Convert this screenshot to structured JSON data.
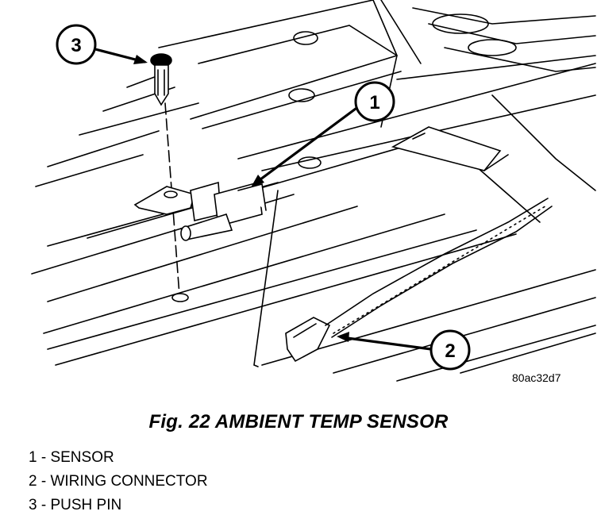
{
  "figure": {
    "image_code": "80ac32d7",
    "title": "Fig. 22 AMBIENT TEMP SENSOR"
  },
  "callouts": [
    {
      "number": "1",
      "target": "sensor"
    },
    {
      "number": "2",
      "target": "wiring-connector"
    },
    {
      "number": "3",
      "target": "push-pin"
    }
  ],
  "legend": [
    "1 - SENSOR",
    "2 - WIRING CONNECTOR",
    "3 - PUSH PIN"
  ]
}
